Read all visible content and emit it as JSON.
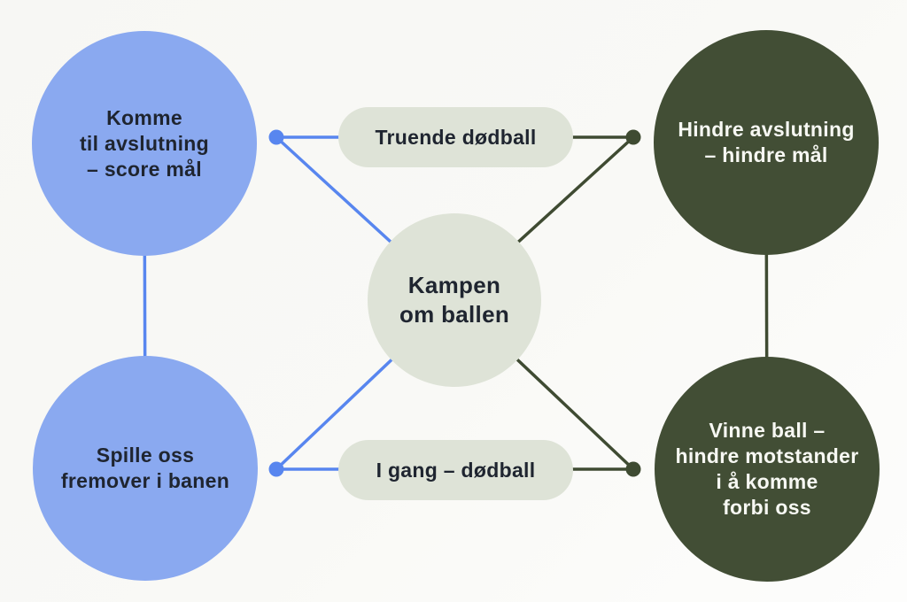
{
  "title": "Kampen om ballen diagram",
  "colors": {
    "bg": "#f8f8f5",
    "blue_node": "#8aa9f0",
    "blue_accent": "#5886ef",
    "green_node": "#424e35",
    "green_accent": "#3f4b32",
    "sage": "#dee3d7",
    "text_dark": "#1f2530",
    "text_light": "#f7f8f3"
  },
  "nodes": {
    "attack_finish": {
      "lines": [
        "Komme",
        "til avslutning",
        "– score mål"
      ]
    },
    "advance_play": {
      "lines": [
        "Spille oss",
        "fremover i banen"
      ]
    },
    "prevent_finish": {
      "lines": [
        "Hindre avslutning",
        "– hindre mål"
      ]
    },
    "win_ball": {
      "lines": [
        "Vinne ball –",
        "hindre motstander",
        "i å komme",
        "forbi oss"
      ]
    },
    "center": {
      "lines": [
        "Kampen",
        "om ballen"
      ]
    }
  },
  "pills": {
    "top": {
      "label": "Truende dødball"
    },
    "bottom": {
      "label": "I gang – dødball"
    }
  }
}
